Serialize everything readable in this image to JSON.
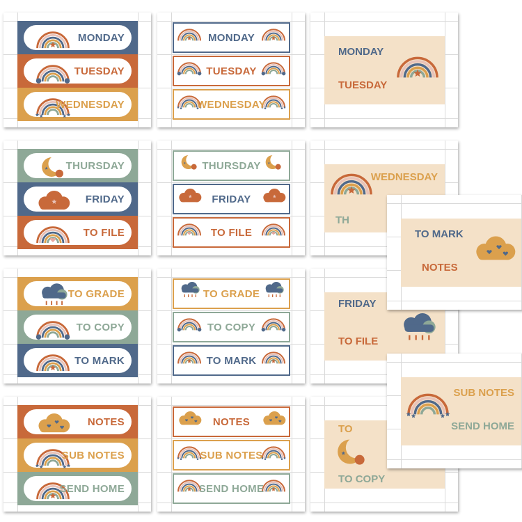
{
  "colors": {
    "navy": "#50698a",
    "rust": "#c8693a",
    "mustard": "#dba04d",
    "sage": "#8ea897",
    "beige": "#f4e1c8"
  },
  "sheets": [
    {
      "style": "pill",
      "labels": [
        {
          "text": "MONDAY",
          "color": "#50698a",
          "icon": "rainbow-star"
        },
        {
          "text": "TUESDAY",
          "color": "#c8693a",
          "icon": "rainbow-cloud"
        },
        {
          "text": "WEDNESDAY",
          "color": "#dba04d",
          "icon": "rainbow-rain"
        }
      ]
    },
    {
      "style": "box",
      "labels": [
        {
          "text": "MONDAY",
          "color": "#50698a",
          "icon": "rainbow-star"
        },
        {
          "text": "TUESDAY",
          "color": "#c8693a",
          "icon": "rainbow-cloud"
        },
        {
          "text": "WEDNESDAY",
          "color": "#dba04d",
          "icon": "rainbow-rain"
        }
      ]
    },
    {
      "style": "pill",
      "labels": [
        {
          "text": "THURSDAY",
          "color": "#8ea897",
          "icon": "moon"
        },
        {
          "text": "FRIDAY",
          "color": "#50698a",
          "icon": "cloud"
        },
        {
          "text": "TO FILE",
          "color": "#c8693a",
          "icon": "rainbow-heart"
        }
      ]
    },
    {
      "style": "box",
      "labels": [
        {
          "text": "THURSDAY",
          "color": "#8ea897",
          "icon": "moon"
        },
        {
          "text": "FRIDAY",
          "color": "#50698a",
          "icon": "cloud"
        },
        {
          "text": "TO FILE",
          "color": "#c8693a",
          "icon": "rainbow-heart"
        }
      ]
    },
    {
      "style": "pill",
      "labels": [
        {
          "text": "TO GRADE",
          "color": "#dba04d",
          "icon": "rain-cloud"
        },
        {
          "text": "TO COPY",
          "color": "#8ea897",
          "icon": "rainbow-cloud"
        },
        {
          "text": "TO MARK",
          "color": "#50698a",
          "icon": "rainbow-star"
        }
      ]
    },
    {
      "style": "box",
      "labels": [
        {
          "text": "TO GRADE",
          "color": "#dba04d",
          "icon": "rain-cloud"
        },
        {
          "text": "TO COPY",
          "color": "#8ea897",
          "icon": "rainbow-cloud"
        },
        {
          "text": "TO MARK",
          "color": "#50698a",
          "icon": "rainbow-star"
        }
      ]
    },
    {
      "style": "pill",
      "labels": [
        {
          "text": "NOTES",
          "color": "#c8693a",
          "icon": "heart-cloud"
        },
        {
          "text": "SUB NOTES",
          "color": "#dba04d",
          "icon": "rainbow-rain"
        },
        {
          "text": "SEND HOME",
          "color": "#8ea897",
          "icon": "rainbow-star"
        }
      ]
    },
    {
      "style": "box",
      "labels": [
        {
          "text": "NOTES",
          "color": "#c8693a",
          "icon": "heart-cloud"
        },
        {
          "text": "SUB NOTES",
          "color": "#dba04d",
          "icon": "rainbow-rain"
        },
        {
          "text": "SEND HOME",
          "color": "#8ea897",
          "icon": "rainbow-star"
        }
      ]
    }
  ],
  "cards": [
    {
      "top": {
        "text": "MONDAY",
        "color": "#50698a"
      },
      "bottom": {
        "text": "TUESDAY",
        "color": "#c8693a"
      },
      "icon": "rainbow-star"
    },
    {
      "top": {
        "text": "WEDNESDAY",
        "color": "#dba04d"
      },
      "bottom": {
        "text": "TH",
        "color": "#8ea897"
      },
      "icon": "rainbow-star"
    },
    {
      "top": {
        "text": "FRIDAY",
        "color": "#50698a"
      },
      "bottom": {
        "text": "TO FILE",
        "color": "#c8693a"
      },
      "icon": "rain-cloud"
    },
    {
      "top": {
        "text": "TO",
        "color": "#dba04d"
      },
      "bottom": {
        "text": "TO COPY",
        "color": "#8ea897"
      },
      "icon": "moon"
    },
    {
      "top": {
        "text": "TO MARK",
        "color": "#50698a"
      },
      "bottom": {
        "text": "NOTES",
        "color": "#c8693a"
      },
      "icon": "heart-cloud"
    },
    {
      "top": {
        "text": "SUB NOTES",
        "color": "#dba04d"
      },
      "bottom": {
        "text": "SEND HOME",
        "color": "#8ea897"
      },
      "icon": "rainbow-rain"
    }
  ]
}
